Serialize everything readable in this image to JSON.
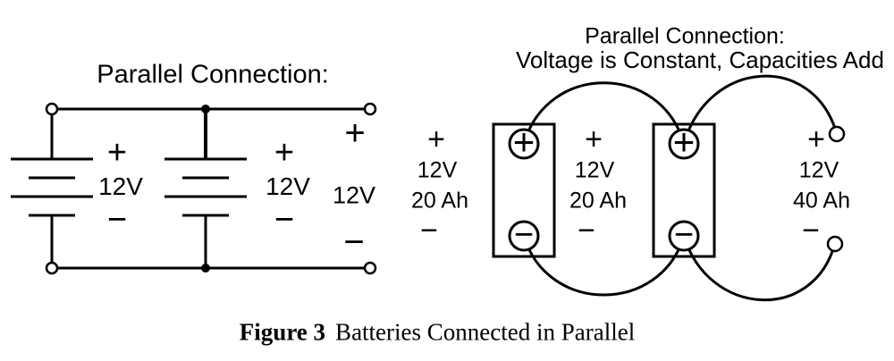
{
  "left_circuit": {
    "title": "Parallel Connection:",
    "battery1": {
      "plus": "+",
      "voltage": "12V",
      "minus": "−"
    },
    "battery2": {
      "plus": "+",
      "voltage": "12V",
      "minus": "−"
    },
    "output": {
      "plus": "+",
      "voltage": "12V",
      "minus": "−"
    }
  },
  "right_diagram": {
    "title_line1": "Parallel Connection:",
    "title_line2": "Voltage is Constant, Capacities Add",
    "battery1": {
      "terminal_plus": "+",
      "terminal_minus": "−",
      "label_plus": "+",
      "voltage": "12V",
      "capacity": "20 Ah",
      "label_minus": "−"
    },
    "battery2": {
      "terminal_plus": "+",
      "terminal_minus": "−",
      "label_plus": "+",
      "voltage": "12V",
      "capacity": "20 Ah",
      "label_minus": "−"
    },
    "output": {
      "plus": "+",
      "voltage": "12V",
      "capacity": "40 Ah",
      "minus": "−"
    }
  },
  "caption": {
    "label": "Figure 3",
    "text": "Batteries Connected in Parallel"
  }
}
